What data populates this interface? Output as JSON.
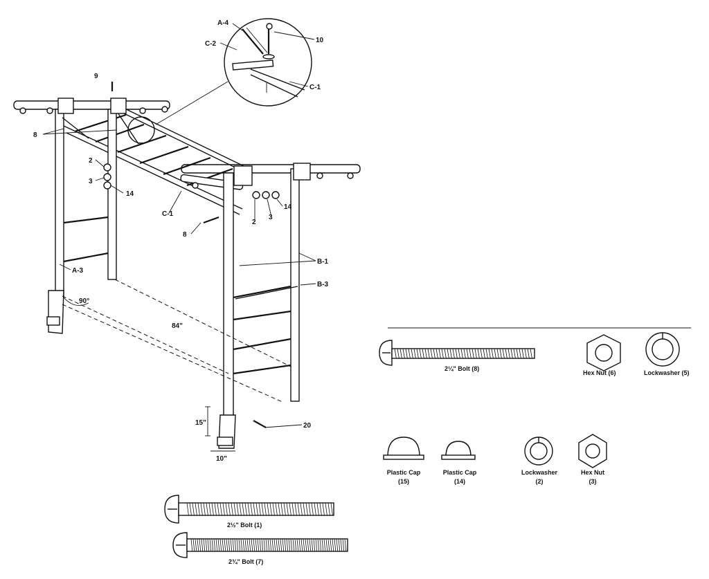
{
  "callouts": {
    "a4": "A-4",
    "c2": "C-2",
    "ten": "10",
    "c1_detail": "C-1",
    "nine": "9",
    "eight_top": "8",
    "two_left": "2",
    "three_left": "3",
    "fourteen_left": "14",
    "c1": "C-1",
    "eight_bolt": "8",
    "two_right": "2",
    "three_right": "3",
    "fourteen_right": "14",
    "b1": "B-1",
    "b3": "B-3",
    "a3": "A-3",
    "twenty": "20"
  },
  "dimensions": {
    "angle": "90°",
    "length": "84\"",
    "height": "15\"",
    "depth": "10\""
  },
  "parts": {
    "bolt_8": "2¼\" Bolt (8)",
    "hex_nut_6": "Hex Nut (6)",
    "lockwasher_5": "Lockwasher (5)",
    "plastic_cap_15": "Plastic Cap",
    "plastic_cap_15_num": "(15)",
    "plastic_cap_14": "Plastic Cap",
    "plastic_cap_14_num": "(14)",
    "lockwasher_2": "Lockwasher",
    "lockwasher_2_num": "(2)",
    "hex_nut_3": "Hex Nut",
    "hex_nut_3_num": "(3)",
    "bolt_1": "2½\" Bolt (1)",
    "bolt_7": "2¾\" Bolt (7)"
  }
}
